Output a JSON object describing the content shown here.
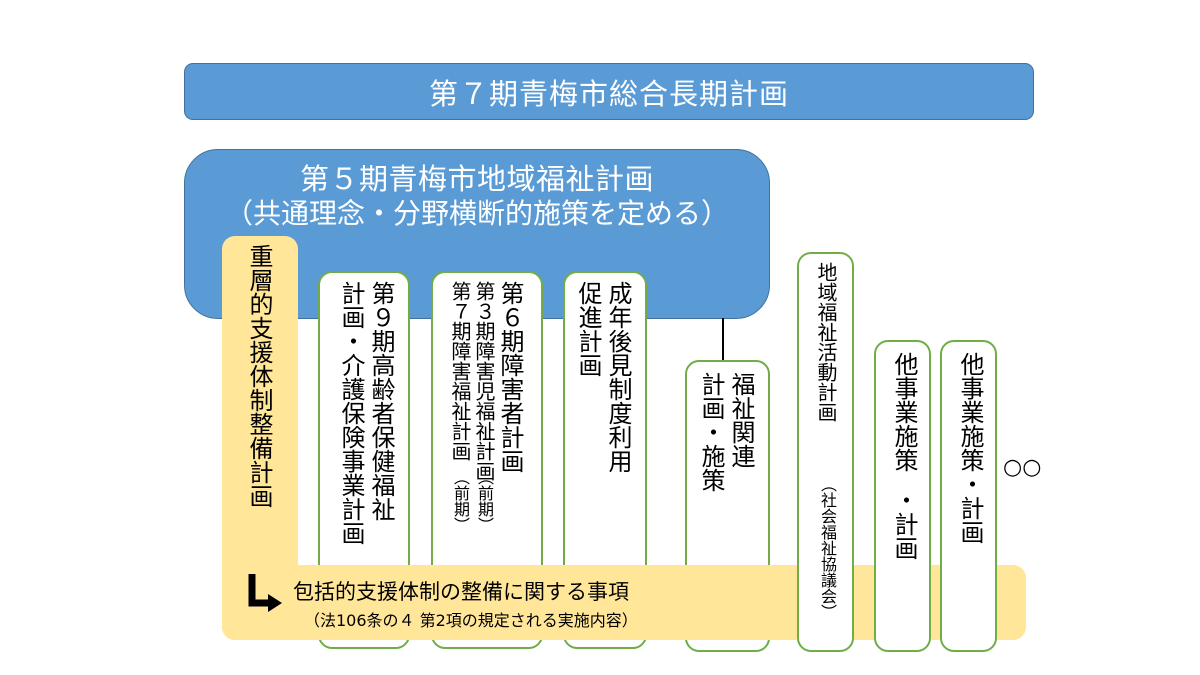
{
  "top_plan": "第７期青梅市総合長期計画",
  "welfare_plan": {
    "title": "第５期青梅市地域福祉計画",
    "subtitle": "（共通理念・分野横断的施策を定める）"
  },
  "layered_support": "重層的支援体制整備計画",
  "columns": {
    "elderly": [
      "第９期高齢者保健福祉",
      "計画・介護保険事業計画"
    ],
    "disability": {
      "main": "第６期障害者計画",
      "sub1": "第３期障害児福祉計画",
      "sub1_note": "（前期）",
      "sub2": "第７期障害福祉計画",
      "sub2_note": "（前期）"
    },
    "guardianship": [
      "成年後見制度利用",
      "促進計画"
    ],
    "related": [
      "福祉関連",
      "計画・施策"
    ],
    "community": {
      "main": "地域福祉活動計画",
      "note": "（社会福祉協議会）"
    },
    "other1": [
      "他事業施策",
      "・計画"
    ],
    "other2": "他事業施策・計画"
  },
  "inclusive": {
    "line1": "包括的支援体制の整備に関する事項",
    "line2": "（法106条の４ 第2項の規定される実施内容）"
  },
  "more": "○○"
}
